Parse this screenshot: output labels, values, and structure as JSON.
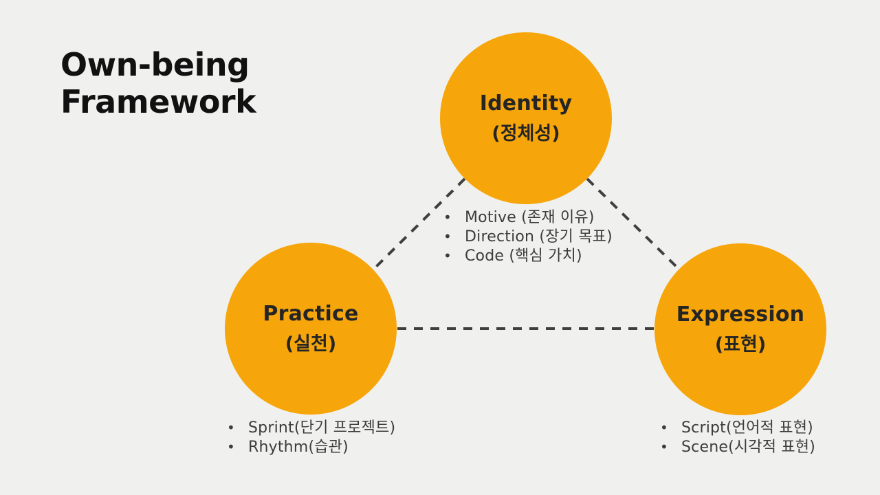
{
  "title": "Own-being\nFramework",
  "colors": {
    "background": "#F0F0EE",
    "circle_fill": "#F6A50A",
    "circle_text": "#252525",
    "title_text": "#111111",
    "bullet_text": "#3C3C3C",
    "connector": "#3F3F3F"
  },
  "nodes": {
    "identity": {
      "label": "Identity",
      "sub": "(정체성)",
      "bullets": [
        "Motive (존재 이유)",
        "Direction (장기 목표)",
        "Code (핵심 가치)"
      ]
    },
    "practice": {
      "label": "Practice",
      "sub": "(실천)",
      "bullets": [
        "Sprint(단기 프로젝트)",
        "Rhythm(습관)"
      ]
    },
    "expression": {
      "label": "Expression",
      "sub": "(표현)",
      "bullets": [
        "Script(언어적 표현)",
        "Scene(시각적 표현)"
      ]
    }
  },
  "connections": [
    "identity-practice",
    "identity-expression",
    "practice-expression"
  ]
}
